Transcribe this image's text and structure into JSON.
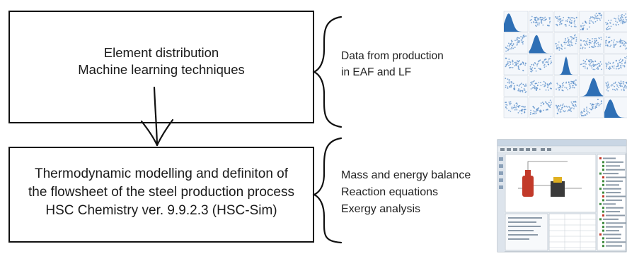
{
  "box1": {
    "lines": [
      "Element distribution",
      "Machine learning techniques"
    ]
  },
  "box2": {
    "lines": [
      "Thermodynamic modelling and definiton of",
      "the flowsheet of the steel production process",
      "HSC Chemistry ver. 9.9.2.3 (HSC-Sim)"
    ]
  },
  "note1": {
    "lines": [
      "Data from production",
      "in EAF and LF"
    ]
  },
  "note2": {
    "lines": [
      "Mass and energy balance",
      "Reaction equations",
      "Exergy analysis"
    ]
  },
  "colors": {
    "line": "#111111",
    "scatter": "#5b8fc9",
    "window": "#dfe6ee",
    "furnace": "#b02020"
  },
  "icons": {
    "thumb1": "scatter-matrix-thumbnail",
    "thumb2": "hsc-sim-screenshot-thumbnail"
  }
}
